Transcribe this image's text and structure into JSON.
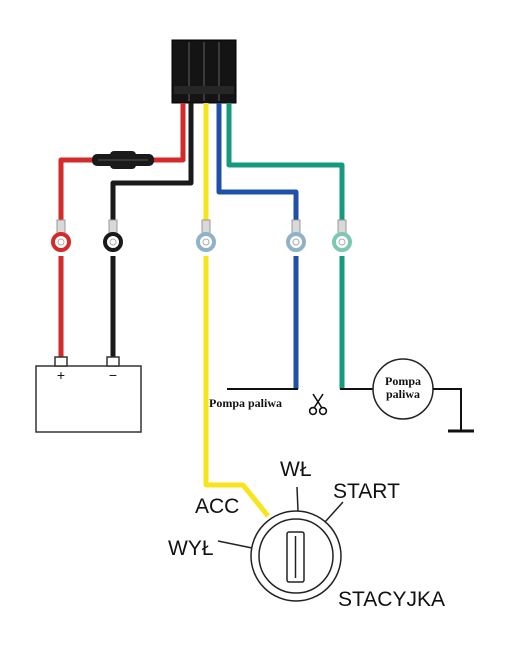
{
  "battery": {
    "plus": "+",
    "minus": "−"
  },
  "pump_cut_label": "Pompa paliwa",
  "pump_label_line1": "Pompa",
  "pump_label_line2": "paliwa",
  "ignition": {
    "acc": "ACC",
    "off": "WYŁ",
    "on": "WŁ",
    "start": "START",
    "title": "STACYJKA"
  },
  "colors": {
    "red": "#d32a2a",
    "black": "#1a1a1a",
    "yellow": "#f7e51c",
    "blue": "#1f4fa8",
    "green": "#159a7d"
  },
  "icons": [
    "scissors-icon",
    "ground-symbol-icon",
    "fuse-icon",
    "ring-terminal-icon"
  ]
}
